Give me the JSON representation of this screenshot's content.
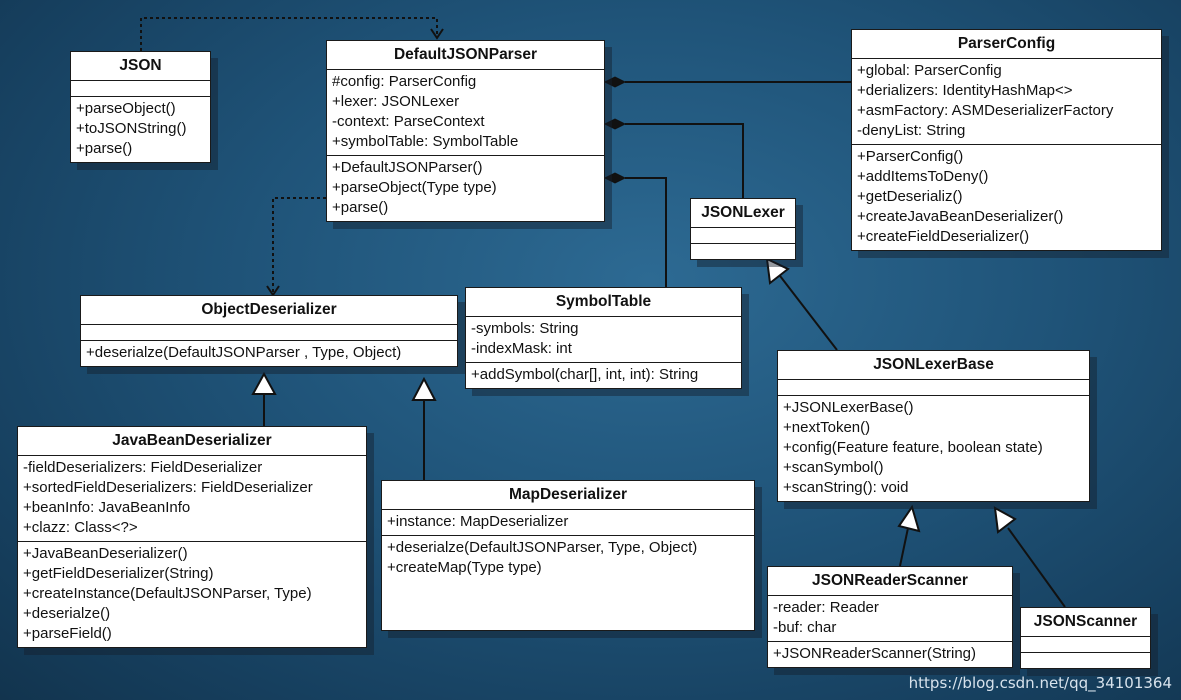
{
  "classes": {
    "json": {
      "name": "JSON",
      "fields": [],
      "methods": [
        "+parseObject()",
        "+toJSONString()",
        "+parse()"
      ]
    },
    "default_json_parser": {
      "name": "DefaultJSONParser",
      "fields": [
        "#config: ParserConfig",
        "+lexer: JSONLexer",
        "-context: ParseContext",
        "+symbolTable: SymbolTable"
      ],
      "methods": [
        "+DefaultJSONParser()",
        "+parseObject(Type type)",
        "+parse()"
      ]
    },
    "parser_config": {
      "name": "ParserConfig",
      "fields": [
        "+global: ParserConfig",
        "+derializers: IdentityHashMap<>",
        "+asmFactory: ASMDeserializerFactory",
        "-denyList: String"
      ],
      "methods": [
        "+ParserConfig()",
        "+addItemsToDeny()",
        "+getDeserializ()",
        "+createJavaBeanDeserializer()",
        "+createFieldDeserializer()"
      ]
    },
    "json_lexer": {
      "name": "JSONLexer",
      "fields": [],
      "methods": []
    },
    "object_deserializer": {
      "name": "ObjectDeserializer",
      "fields": [],
      "methods": [
        "+deserialze(DefaultJSONParser , Type, Object)"
      ]
    },
    "symbol_table": {
      "name": "SymbolTable",
      "fields": [
        "-symbols: String",
        "-indexMask: int"
      ],
      "methods": [
        "+addSymbol(char[], int, int): String"
      ]
    },
    "json_lexer_base": {
      "name": "JSONLexerBase",
      "fields": [],
      "methods": [
        "+JSONLexerBase()",
        "+nextToken()",
        "+config(Feature feature, boolean state)",
        "+scanSymbol()",
        "+scanString(): void"
      ]
    },
    "java_bean_deserializer": {
      "name": "JavaBeanDeserializer",
      "fields": [
        "-fieldDeserializers: FieldDeserializer",
        "+sortedFieldDeserializers: FieldDeserializer",
        "+beanInfo: JavaBeanInfo",
        "+clazz: Class<?>"
      ],
      "methods": [
        "+JavaBeanDeserializer()",
        "+getFieldDeserializer(String)",
        "+createInstance(DefaultJSONParser, Type)",
        "+deserialze()",
        "+parseField()"
      ]
    },
    "map_deserializer": {
      "name": "MapDeserializer",
      "fields": [
        "+instance: MapDeserializer"
      ],
      "methods": [
        "+deserialze(DefaultJSONParser, Type, Object)",
        "+createMap(Type type)"
      ]
    },
    "json_reader_scanner": {
      "name": "JSONReaderScanner",
      "fields": [
        "-reader: Reader",
        "-buf: char"
      ],
      "methods": [
        "+JSONReaderScanner(String)"
      ]
    },
    "json_scanner": {
      "name": "JSONScanner",
      "fields": [],
      "methods": []
    }
  },
  "watermark": "https://blog.csdn.net/qq_34101364"
}
